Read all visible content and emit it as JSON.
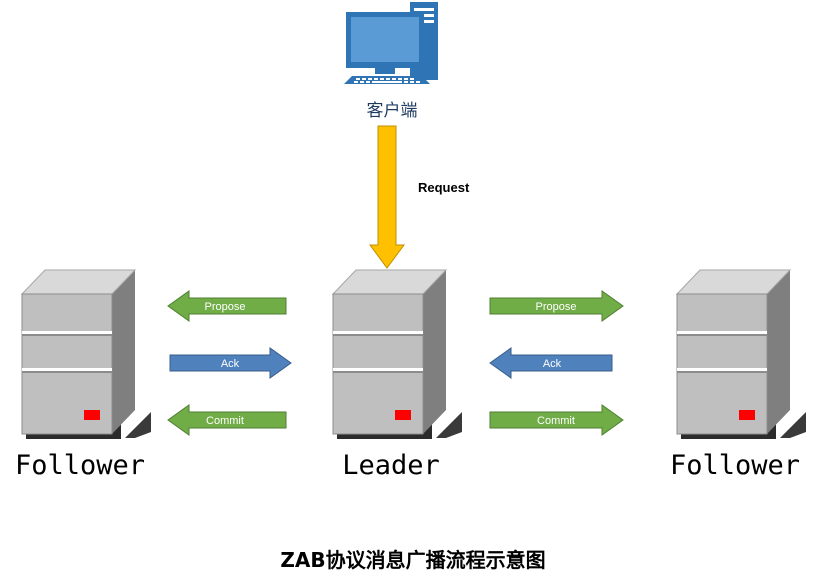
{
  "client": {
    "label": "客户端",
    "icon": "computer-icon"
  },
  "request": {
    "label": "Request",
    "color": "#FFC000"
  },
  "servers": {
    "left_follower": "Follower",
    "leader": "Leader",
    "right_follower": "Follower",
    "icon": "server-icon"
  },
  "left_arrows": {
    "propose": "Propose",
    "ack": "Ack",
    "commit": "Commit"
  },
  "right_arrows": {
    "propose": "Propose",
    "ack": "Ack",
    "commit": "Commit"
  },
  "colors": {
    "green": "#70AD47",
    "blue": "#4F81BD",
    "server_red": "#FF0000"
  },
  "caption": "ZAB协议消息广播流程示意图"
}
